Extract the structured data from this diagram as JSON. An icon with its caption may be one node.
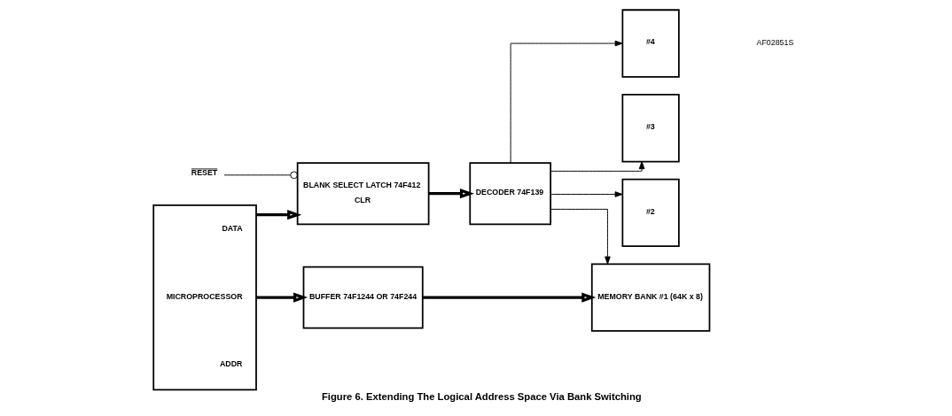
{
  "diagram": {
    "caption": "Figure 6. Extending The Logical Address Space Via Bank Switching",
    "nodes": [
      {
        "text": [
          "DATA",
          "MICROPROCESSOR",
          "ADDR"
        ]
      },
      {
        "text": [
          "BLANK SELECT LATCH 74F412",
          "CLR"
        ]
      },
      {
        "text": [
          "RESET"
        ]
      },
      {
        "text": [
          "DECODER 74F139"
        ]
      },
      {
        "text": [
          "BUFFER 74F1244 OR 74F244"
        ]
      },
      {
        "text": [
          "MEMORY BANK #1 (64K x 8)"
        ]
      },
      {
        "text": [
          "#2"
        ]
      },
      {
        "text": [
          "#3"
        ]
      },
      {
        "text": [
          "#4"
        ]
      }
    ],
    "edges": [
      {
        "from": 0,
        "to": 1,
        "arrow": "to",
        "style": "thick"
      },
      {
        "from": 1,
        "to": 3,
        "arrow": "to",
        "style": "thick"
      },
      {
        "from": 2,
        "to": 1,
        "arrow": "other"
      },
      {
        "from": 0,
        "to": 4,
        "arrow": "to",
        "style": "thick"
      },
      {
        "from": 4,
        "to": 5,
        "arrow": "to",
        "style": "thick"
      },
      {
        "from": 3,
        "to": 5,
        "arrow": "to"
      },
      {
        "from": 3,
        "to": 6,
        "arrow": "to"
      },
      {
        "from": 3,
        "to": 7,
        "arrow": "to"
      },
      {
        "from": 3,
        "to": 8,
        "arrow": "to"
      }
    ],
    "labels": [
      "AF02851S"
    ]
  }
}
